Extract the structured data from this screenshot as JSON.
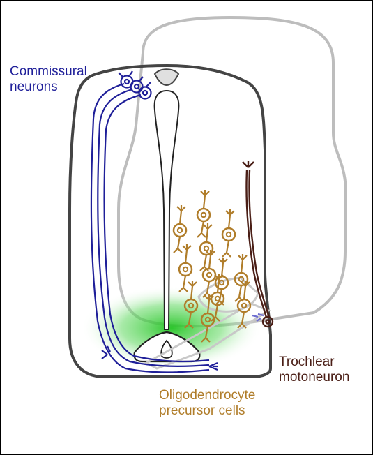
{
  "labels": {
    "commissural_line1": "Commissural",
    "commissural_line2": "neurons",
    "trochlear_line1": "Trochlear",
    "trochlear_line2": "motoneuron",
    "opc_line1": "Oligodendrocyte",
    "opc_line2": "precursor cells"
  },
  "colors": {
    "commissural": "#1f1f99",
    "trochlear": "#4a1e16",
    "opc": "#b07d2a",
    "floor_plate_glow": "#33cc33",
    "outline": "#444444",
    "back_outline": "#bbbbbb"
  }
}
